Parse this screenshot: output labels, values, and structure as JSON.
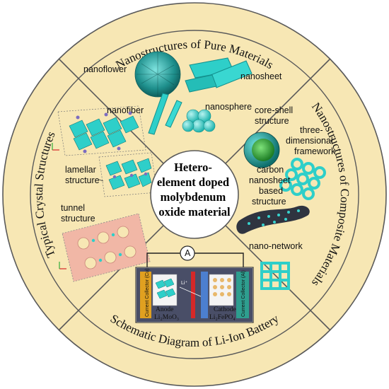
{
  "center": {
    "lines": [
      "Hetero-",
      "element doped",
      "molybdenum",
      "oxide material"
    ]
  },
  "ring_titles": {
    "top": "Nanostructures of Pure Materials",
    "right": "Nanostructures of Composite Materials",
    "bottom": "Schematic Diagram of Li-Ion Battery",
    "left": "Typical Crystal Structures"
  },
  "pure_materials": {
    "nanoflower": "nanoflower",
    "nanosheet": "nanosheet",
    "nanofiber": "nanofiber",
    "nanosphere": "nanosphere"
  },
  "composite_materials": {
    "core_shell": [
      "core-shell",
      "structure"
    ],
    "three_d": [
      "three-",
      "dimensional",
      "framework"
    ],
    "carbon": [
      "carbon",
      "nanosheet",
      "based",
      "structure"
    ],
    "nano_network": "nano-network"
  },
  "crystal": {
    "lamellar": [
      "lamellar",
      "structure"
    ],
    "tunnel": [
      "tunnel",
      "structure"
    ]
  },
  "battery": {
    "ammeter": "A",
    "li_ion": "Li⁺",
    "anode": [
      "Anode",
      "Li₂MoO₃"
    ],
    "cathode": [
      "Cathode",
      "Li₂FePO₄"
    ],
    "collector_cu": "Current Collector (Cu)",
    "collector_al": "Current Collector (Al)"
  },
  "colors": {
    "ring_fill": "#f7e7b4",
    "outline": "#5a5a5a",
    "teal": "#2ecfc9",
    "dark_teal": "#138f8c",
    "separator": "#d62828",
    "green_core": "#2fae3a",
    "pink_tunnel": "#f1b7a6"
  }
}
